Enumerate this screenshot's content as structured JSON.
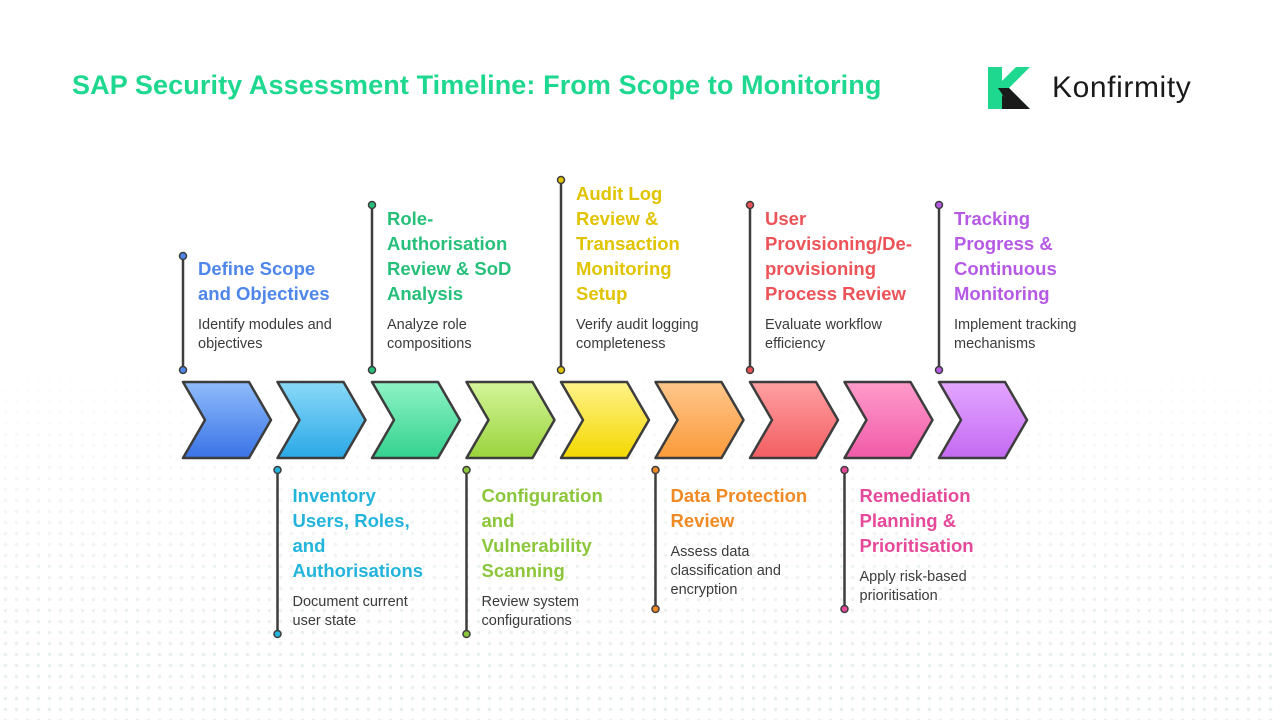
{
  "title": "SAP Security Assessment Timeline: From Scope to Monitoring",
  "logo": {
    "name": "Konfirmity",
    "icon": "konfirmity-logo-icon",
    "colors": [
      "#1fd88f",
      "#1a1a1a"
    ]
  },
  "stages": [
    {
      "name": "Define Scope and Objectives",
      "title_lines": [
        "Define Scope",
        "and Objectives"
      ],
      "desc_lines": [
        "Identify modules and",
        "objectives"
      ],
      "position": "top",
      "color": "#4f86ea",
      "light": "#8fbcfb",
      "dark": "#3a73e6"
    },
    {
      "name": "Inventory Users, Roles, and Authorisations",
      "title_lines": [
        "Inventory",
        "Users, Roles,",
        "and",
        "Authorisations"
      ],
      "desc_lines": [
        "Document current",
        "user state"
      ],
      "position": "bottom",
      "color": "#23b4dc",
      "light": "#8ad9f8",
      "dark": "#2aa8e6"
    },
    {
      "name": "Role-Authorisation Review & SoD Analysis",
      "title_lines": [
        "Role-",
        "Authorisation",
        "Review & SoD",
        "Analysis"
      ],
      "desc_lines": [
        "Analyze role",
        "compositions"
      ],
      "position": "top",
      "color": "#26c07a",
      "light": "#8ef3c6",
      "dark": "#34d28e"
    },
    {
      "name": "Configuration and Vulnerability Scanning",
      "title_lines": [
        "Configuration",
        "and",
        "Vulnerability",
        "Scanning"
      ],
      "desc_lines": [
        "Review system",
        "configurations"
      ],
      "position": "bottom",
      "color": "#8cc63a",
      "light": "#d4f59a",
      "dark": "#9ad43c"
    },
    {
      "name": "Audit Log Review & Transaction Monitoring Setup",
      "title_lines": [
        "Audit Log",
        "Review &",
        "Transaction",
        "Monitoring",
        "Setup"
      ],
      "desc_lines": [
        "Verify audit logging",
        "completeness"
      ],
      "position": "top",
      "color": "#e0c400",
      "light": "#fff28a",
      "dark": "#f4d800"
    },
    {
      "name": "Data Protection Review",
      "title_lines": [
        "Data Protection",
        "Review"
      ],
      "desc_lines": [
        "Assess data",
        "classification and",
        "encryption"
      ],
      "position": "bottom",
      "color": "#f08a24",
      "light": "#ffc78c",
      "dark": "#fb9a3a"
    },
    {
      "name": "User Provisioning/De-provisioning Process Review",
      "title_lines": [
        "User",
        "Provisioning/De-",
        "provisioning",
        "Process Review"
      ],
      "desc_lines": [
        "Evaluate workflow",
        "efficiency"
      ],
      "position": "top",
      "color": "#ec5358",
      "light": "#ffa0a2",
      "dark": "#f25e62"
    },
    {
      "name": "Remediation Planning & Prioritisation",
      "title_lines": [
        "Remediation",
        "Planning &",
        "Prioritisation"
      ],
      "desc_lines": [
        "Apply risk-based",
        "prioritisation"
      ],
      "position": "bottom",
      "color": "#e6489a",
      "light": "#ff9ccb",
      "dark": "#f05aa8"
    },
    {
      "name": "Tracking Progress & Continuous Monitoring",
      "title_lines": [
        "Tracking",
        "Progress &",
        "Continuous",
        "Monitoring"
      ],
      "desc_lines": [
        "Implement tracking",
        "mechanisms"
      ],
      "position": "top",
      "color": "#b65ae6",
      "light": "#e3a6ff",
      "dark": "#c46af2"
    }
  ]
}
